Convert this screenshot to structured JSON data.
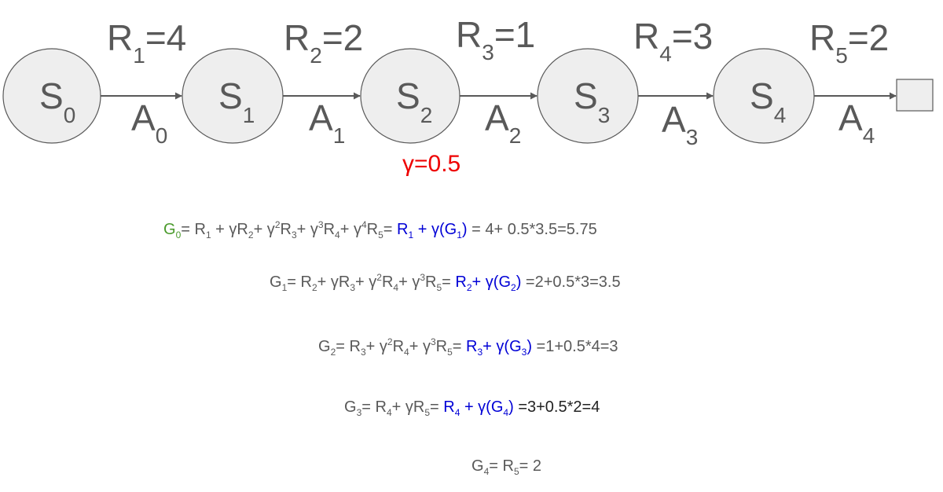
{
  "states": [
    {
      "letter": "S",
      "sub": "0"
    },
    {
      "letter": "S",
      "sub": "1"
    },
    {
      "letter": "S",
      "sub": "2"
    },
    {
      "letter": "S",
      "sub": "3"
    },
    {
      "letter": "S",
      "sub": "4"
    }
  ],
  "rewards": [
    {
      "letter": "R",
      "sub": "1",
      "value": "=4"
    },
    {
      "letter": "R",
      "sub": "2",
      "value": "=2"
    },
    {
      "letter": "R",
      "sub": "3",
      "value": "=1"
    },
    {
      "letter": "R",
      "sub": "4",
      "value": "=3"
    },
    {
      "letter": "R",
      "sub": "5",
      "value": "=2"
    }
  ],
  "actions": [
    {
      "letter": "A",
      "sub": "0"
    },
    {
      "letter": "A",
      "sub": "1"
    },
    {
      "letter": "A",
      "sub": "2"
    },
    {
      "letter": "A",
      "sub": "3"
    },
    {
      "letter": "A",
      "sub": "4"
    }
  ],
  "gamma_label": "γ=0.5",
  "colors": {
    "node_fill": "#eeeeee",
    "node_stroke": "#595959",
    "text_gray": "#595959",
    "gamma_red": "#ee0000",
    "recursive_blue": "#0000d6",
    "g0_green": "#4a9a2c"
  },
  "equations": {
    "g0": {
      "g": "G",
      "g_sub": "0",
      "sum": [
        {
          "t": "= R"
        },
        {
          "sub": "1"
        },
        {
          "t": " + γR"
        },
        {
          "sub": "2"
        },
        {
          "t": "+ γ"
        },
        {
          "sup": "2"
        },
        {
          "t": "R"
        },
        {
          "sub": "3"
        },
        {
          "t": "+ γ"
        },
        {
          "sup": "3"
        },
        {
          "t": "R"
        },
        {
          "sub": "4"
        },
        {
          "t": "+ γ"
        },
        {
          "sup": "4"
        },
        {
          "t": "R"
        },
        {
          "sub": "5"
        },
        {
          "t": "= "
        }
      ],
      "recursive": [
        {
          "t": "R"
        },
        {
          "sub": "1"
        },
        {
          "t": " + γ(G"
        },
        {
          "sub": "1"
        },
        {
          "t": ")"
        }
      ],
      "result": " = 4+ 0.5*3.5=5.75"
    },
    "g1": {
      "g": "G",
      "g_sub": "1",
      "sum": [
        {
          "t": "= R"
        },
        {
          "sub": "2"
        },
        {
          "t": "+ γR"
        },
        {
          "sub": "3"
        },
        {
          "t": "+ γ"
        },
        {
          "sup": "2"
        },
        {
          "t": "R"
        },
        {
          "sub": "4"
        },
        {
          "t": "+ γ"
        },
        {
          "sup": "3"
        },
        {
          "t": "R"
        },
        {
          "sub": "5"
        },
        {
          "t": "= "
        }
      ],
      "recursive": [
        {
          "t": "R"
        },
        {
          "sub": "2"
        },
        {
          "t": "+ γ(G"
        },
        {
          "sub": "2"
        },
        {
          "t": ")"
        }
      ],
      "result": " =2+0.5*3=3.5"
    },
    "g2": {
      "g": "G",
      "g_sub": "2",
      "sum": [
        {
          "t": "= R"
        },
        {
          "sub": "3"
        },
        {
          "t": "+ γ"
        },
        {
          "sup": "2"
        },
        {
          "t": "R"
        },
        {
          "sub": "4"
        },
        {
          "t": "+ γ"
        },
        {
          "sup": "3"
        },
        {
          "t": "R"
        },
        {
          "sub": "5"
        },
        {
          "t": "= "
        }
      ],
      "recursive": [
        {
          "t": "R"
        },
        {
          "sub": "3"
        },
        {
          "t": "+ γ(G"
        },
        {
          "sub": "3"
        },
        {
          "t": ")"
        }
      ],
      "result": " =1+0.5*4=3"
    },
    "g3": {
      "g": "G",
      "g_sub": "3",
      "sum": [
        {
          "t": "= R"
        },
        {
          "sub": "4"
        },
        {
          "t": "+ γR"
        },
        {
          "sub": "5"
        },
        {
          "t": "= "
        }
      ],
      "recursive": [
        {
          "t": "R"
        },
        {
          "sub": "4"
        },
        {
          "t": " + γ(G"
        },
        {
          "sub": "4"
        },
        {
          "t": ")"
        }
      ],
      "result": " =3+0.5*2=4"
    },
    "g4": {
      "g": "G",
      "g_sub": "4",
      "sum": [
        {
          "t": "= R"
        },
        {
          "sub": "5"
        },
        {
          "t": "= 2"
        }
      ]
    }
  }
}
